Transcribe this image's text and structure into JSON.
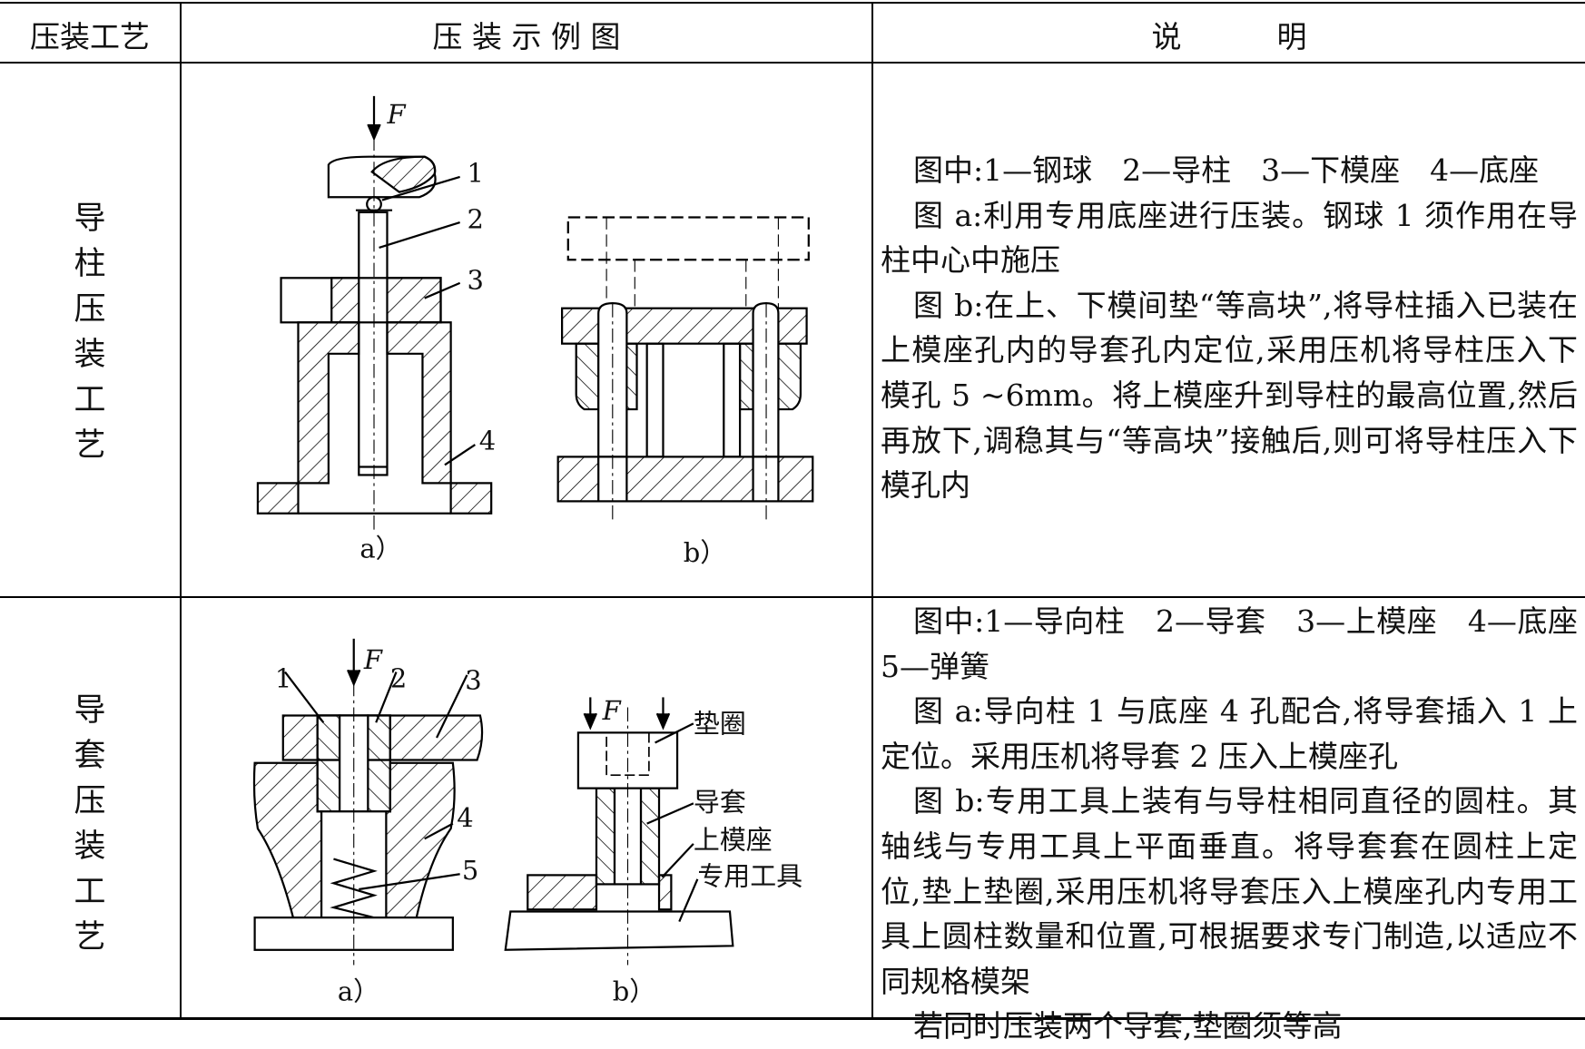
{
  "headers": {
    "col1": "压装工艺",
    "col2": "压 装 示 例 图",
    "col3": "说          明"
  },
  "rows": [
    {
      "process": "导\n柱\n压\n装\n工\n艺",
      "figure": {
        "force": "F",
        "parts": [
          "1",
          "2",
          "3",
          "4"
        ],
        "captions": [
          "a）",
          "b）"
        ]
      },
      "desc": [
        "图中:1—钢球　2—导柱　3—下模座　4—底座",
        "图 a:利用专用底座进行压装。钢球 1 须作用在导柱中心中施压",
        "图 b:在上、下模间垫“等高块”,将导柱插入已装在上模座孔内的导套孔内定位,采用压机将导柱压入下模孔 5 ~6mm。将上模座升到导柱的最高位置,然后再放下,调稳其与“等高块”接触后,则可将导柱压入下模孔内"
      ]
    },
    {
      "process": "导\n套\n压\n装\n工\n艺",
      "figure": {
        "force": "F",
        "parts": [
          "1",
          "2",
          "3",
          "4",
          "5"
        ],
        "labels": [
          "垫圈",
          "导套",
          "上模座",
          "专用工具"
        ],
        "captions": [
          "a）",
          "b）"
        ]
      },
      "desc": [
        "图中:1—导向柱　2—导套　3—上模座　4—底座 5—弹簧",
        "图 a:导向柱 1 与底座 4 孔配合,将导套插入 1 上定位。采用压机将导套 2 压入上模座孔",
        "图 b:专用工具上装有与导柱相同直径的圆柱。其轴线与专用工具上平面垂直。将导套套在圆柱上定位,垫上垫圈,采用压机将导套压入上模座孔内专用工具上圆柱数量和位置,可根据要求专门制造,以适应不同规格模架",
        "若同时压装两个导套,垫圈须等高"
      ]
    }
  ]
}
